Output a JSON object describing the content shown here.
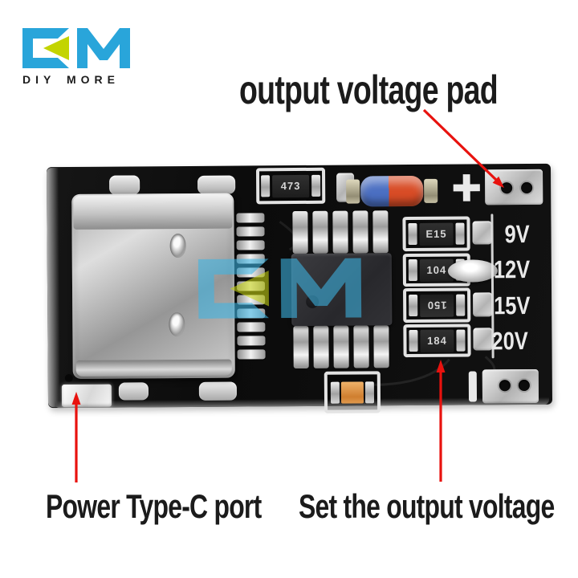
{
  "logo": {
    "mark": "DM",
    "tagline": "DIY MORE"
  },
  "annotations": {
    "top": "output voltage pad",
    "bottom_left": "Power Type-C port",
    "bottom_right": "Set the output voltage"
  },
  "board": {
    "top_resistor_code": "473",
    "positive_marking": "+",
    "negative_marking": "-",
    "voltage_options": [
      {
        "resistor_code": "E15",
        "label": "9V"
      },
      {
        "resistor_code": "104",
        "label": "12V"
      },
      {
        "resistor_code": "150",
        "label": "15V"
      },
      {
        "resistor_code": "184",
        "label": "20V"
      }
    ]
  },
  "colors": {
    "accent_red": "#e8120e",
    "logo_blue": "#29a5da",
    "logo_yellow": "#c3d400",
    "board_black": "#0d0d0d"
  }
}
